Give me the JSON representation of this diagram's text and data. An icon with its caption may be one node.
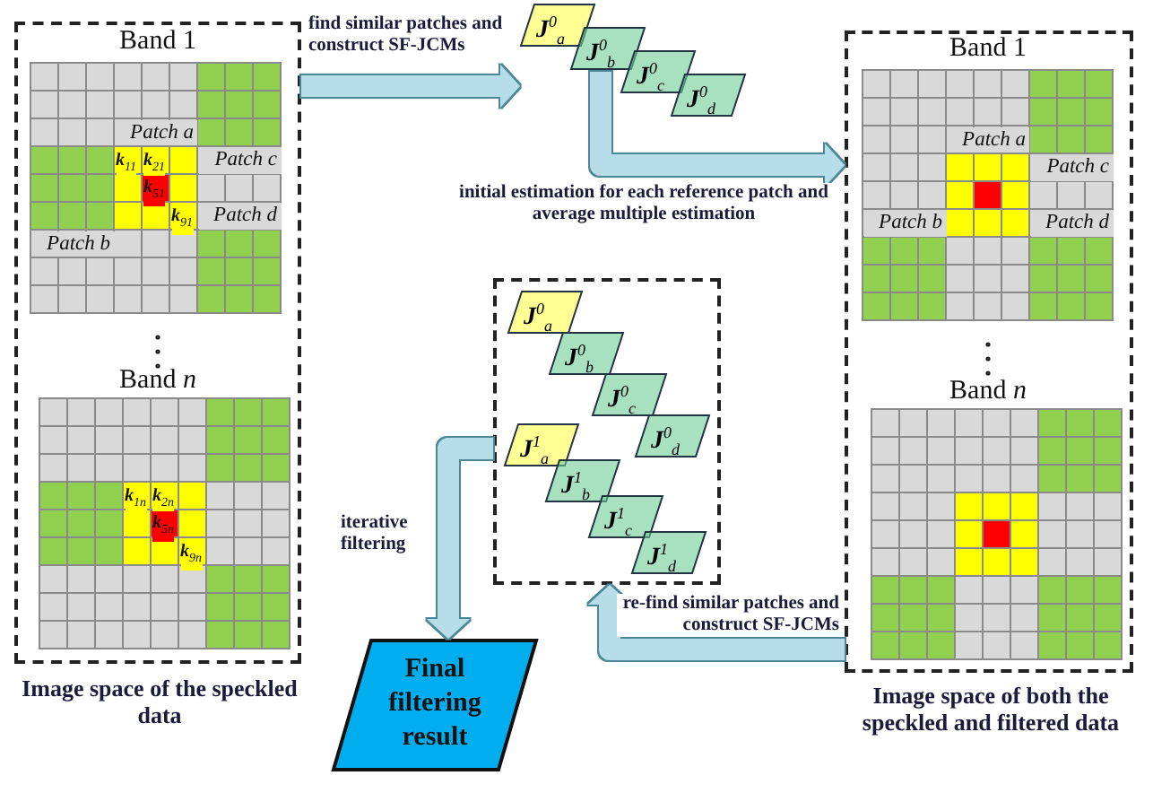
{
  "diagram": {
    "nodes": [
      {
        "text": [],
        "shape": "box",
        "beside": [
          "Image space of the speckled data"
        ]
      },
      {
        "text": [
          "**J**$^{0}$$_{a}$"
        ]
      },
      {
        "text": [
          "**J**$^{0}$$_{b}$"
        ]
      },
      {
        "text": [
          "**J**$^{0}$$_{c}$"
        ]
      },
      {
        "text": [
          "**J**$^{0}$$_{d}$"
        ]
      },
      {
        "text": [],
        "shape": "box",
        "beside": [
          "Image space of both the speckled and filtered data"
        ]
      },
      {
        "text": [],
        "shape": "box"
      },
      {
        "text": [
          "**J**$^{0}$$_{a}$"
        ],
        "in": 6
      },
      {
        "text": [
          "**J**$^{0}$$_{b}$"
        ],
        "in": 6
      },
      {
        "text": [
          "**J**$^{0}$$_{c}$"
        ],
        "in": 6
      },
      {
        "text": [
          "**J**$^{0}$$_{d}$"
        ],
        "in": 6
      },
      {
        "text": [
          "**J**$^{1}$$_{a}$"
        ],
        "in": 6
      },
      {
        "text": [
          "**J**$^{1}$$_{b}$"
        ],
        "in": 6
      },
      {
        "text": [
          "**J**$^{1}$$_{c}$"
        ],
        "in": 6
      },
      {
        "text": [
          "**J**$^{1}$$_{d}$"
        ],
        "in": 6
      },
      {
        "text": [
          "Final filtering result"
        ]
      }
    ],
    "edges": [
      {
        "from": 0,
        "to": 1,
        "arrow": "to",
        "label": "find similar patches and construct SF-JCMs"
      },
      {
        "from": 2,
        "to": 5,
        "arrow": "to",
        "label": "initial estimation for each reference patch and average multiple estimation"
      },
      {
        "from": 5,
        "to": 6,
        "arrow": "to",
        "label": "re-find similar patches and construct SF-JCMs"
      },
      {
        "from": 6,
        "to": 15,
        "arrow": "to",
        "label": "iterative filtering"
      }
    ],
    "labels": [
      "Band 1",
      "Patch a",
      "**k**$_{11}$",
      "**k**$_{21}$",
      "Patch c",
      "**k**$_{51}$",
      "**k**$_{91}$",
      "Patch d",
      "Patch b",
      "Band *n*",
      "**k**$_{1n}$",
      "**k**$_{2n}$",
      "**k**$_{5n}$",
      "**k**$_{9n}$",
      "Band 1",
      "Patch a",
      "Patch c",
      "Patch b",
      "Patch d",
      "Band *n*"
    ]
  }
}
